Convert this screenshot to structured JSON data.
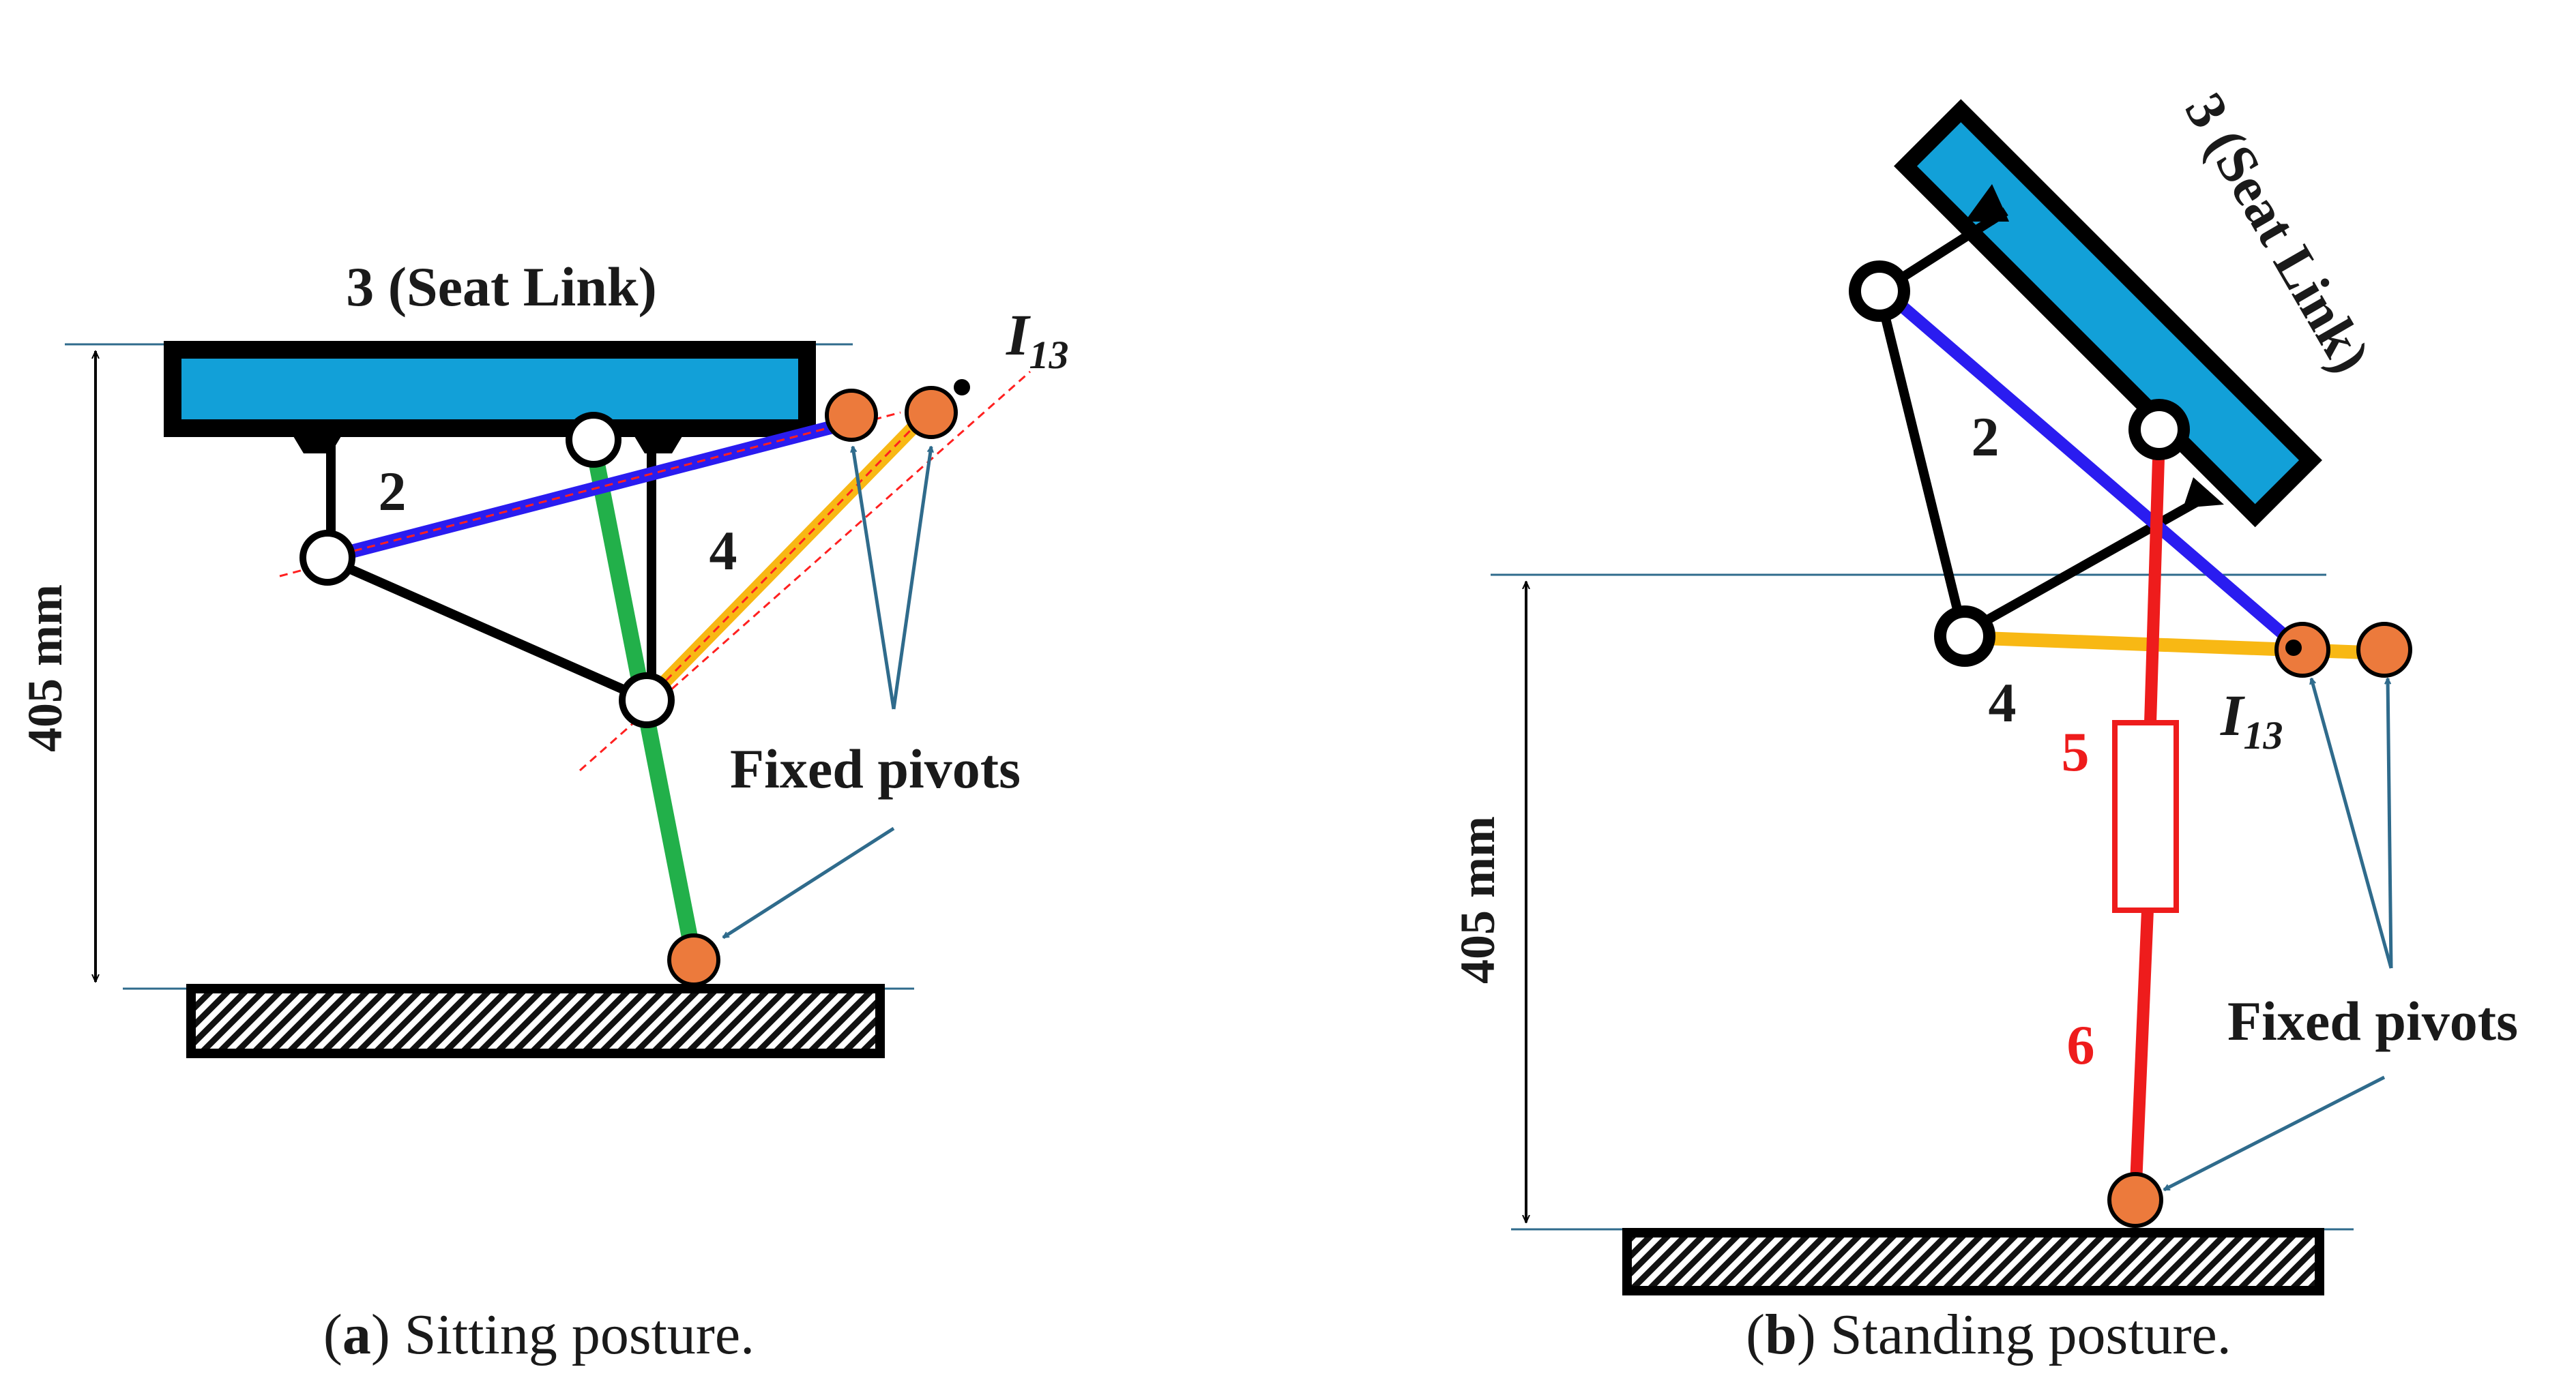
{
  "panel_a": {
    "seat_label": "3 (Seat Link)",
    "link2_label": "2",
    "link4_label": "4",
    "ic_label_main": "I",
    "ic_label_sub": "13",
    "fixed_pivots_label": "Fixed pivots",
    "dimension_label": "405 mm",
    "caption_open": "(",
    "caption_letter": "a",
    "caption_rest": ") Sitting posture."
  },
  "panel_b": {
    "seat_label": "3 (Seat Link)",
    "link2_label": "2",
    "link4_label": "4",
    "link5_label": "5",
    "link6_label": "6",
    "ic_label_main": "I",
    "ic_label_sub": "13",
    "fixed_pivots_label": "Fixed pivots",
    "dimension_label": "405 mm",
    "caption_open": "(",
    "caption_letter": "b",
    "caption_rest": ") Standing posture."
  },
  "colors": {
    "seat_fill": "#12a0d8",
    "link2": "#2a1cf0",
    "link4": "#f8b814",
    "green_link": "#22b04a",
    "red_link": "#ee1c1c",
    "fixed_pivot": "#ec7a3c",
    "arrow": "#2f6b8c",
    "construction_line": "#ff2020"
  }
}
